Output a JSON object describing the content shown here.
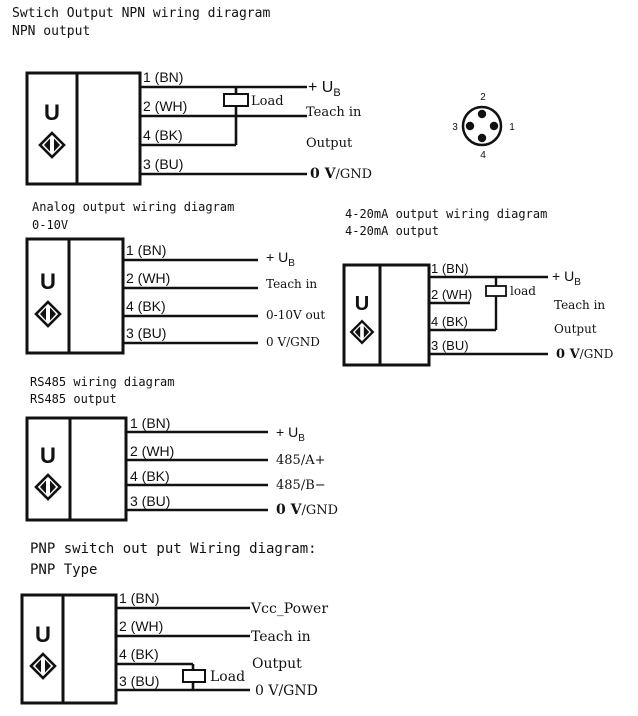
{
  "diagram1": {
    "title": "Swtich Output NPN wiring diragram",
    "subtitle": "NPN output",
    "sensor_letter": "U",
    "wires": [
      "1 (BN)",
      "2 (WH)",
      "4 (BK)",
      "3 (BU)"
    ],
    "signals": {
      "ub_prefix": "+ U",
      "ub_sub": "B",
      "teach": "Teach in",
      "output": "Output",
      "gnd_bold": "0 V",
      "gnd_rest": "/GND"
    },
    "load_label": "Load"
  },
  "connector": {
    "pins": [
      "2",
      "3",
      "1",
      "4"
    ]
  },
  "diagram2": {
    "title": "Analog output wiring diagram",
    "subtitle": "0-10V",
    "sensor_letter": "U",
    "wires": [
      "1 (BN)",
      "2 (WH)",
      "4 (BK)",
      "3 (BU)"
    ],
    "signals": {
      "ub_prefix": "+ U",
      "ub_sub": "B",
      "teach": "Teach in",
      "out": "0-10V out",
      "gnd": "0 V/GND"
    }
  },
  "diagram3": {
    "title": "4-20mA output wiring diagram",
    "subtitle": "4-20mA output",
    "sensor_letter": "U",
    "wires": [
      "1 (BN)",
      "2 (WH)",
      "4 (BK)",
      "3 (BU)"
    ],
    "signals": {
      "ub_prefix": "+ U",
      "ub_sub": "B",
      "teach": "Teach in",
      "output": "Output",
      "gnd_bold": "0 V",
      "gnd_rest": "/GND"
    },
    "load_label": "load"
  },
  "diagram4": {
    "title": "RS485 wiring diagram",
    "subtitle": "RS485 output",
    "sensor_letter": "U",
    "wires": [
      "1 (BN)",
      "2 (WH)",
      "4 (BK)",
      "3 (BU)"
    ],
    "signals": {
      "ub_prefix": "+ U",
      "ub_sub": "B",
      "a": "485/A+",
      "b": "485/B−",
      "gnd_bold": "0 V",
      "gnd_rest": "/GND"
    }
  },
  "diagram5": {
    "title": "PNP switch out put Wiring diagram:",
    "subtitle": "PNP Type",
    "sensor_letter": "U",
    "wires": [
      "1 (BN)",
      "2 (WH)",
      "4 (BK)",
      "3 (BU)"
    ],
    "signals": {
      "vcc": "Vcc_Power",
      "teach": "Teach in",
      "output": "Output",
      "gnd": "0 V/GND"
    },
    "load_label": "Load"
  }
}
